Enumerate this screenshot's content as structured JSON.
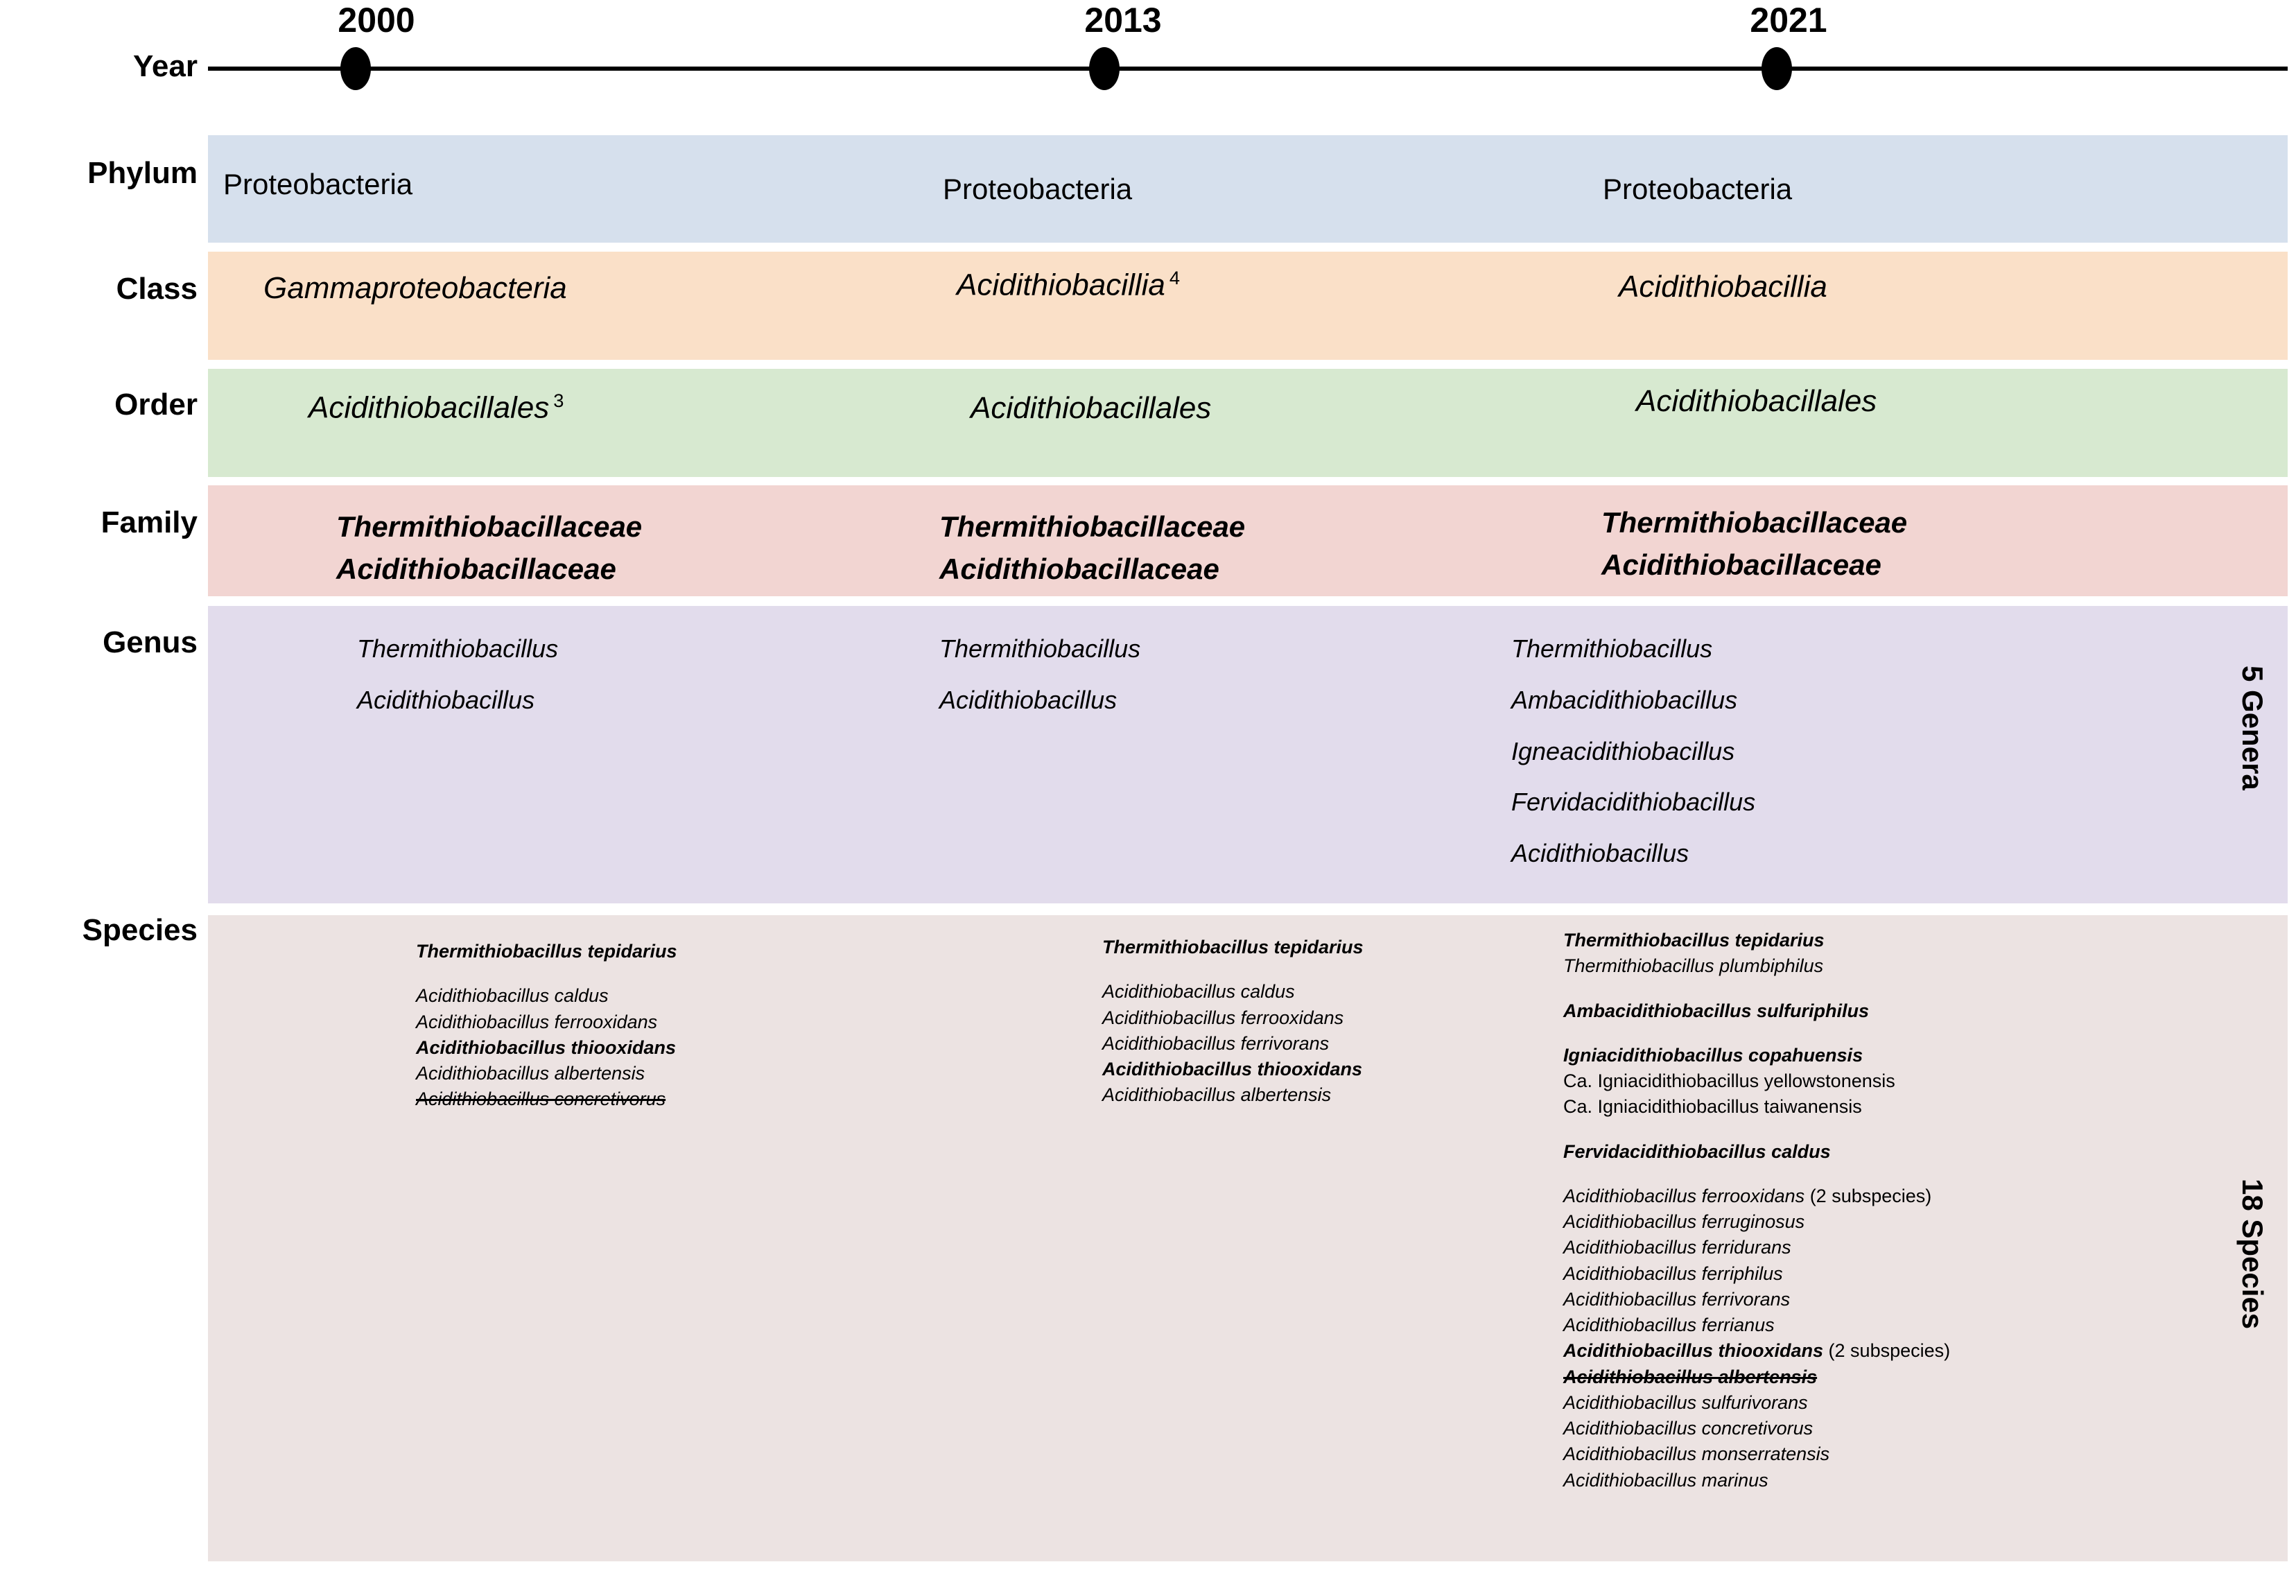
{
  "timeline": {
    "axis_label": "Year",
    "points": [
      {
        "year": "2000",
        "x_pct": 7.0
      },
      {
        "year": "2013",
        "x_pct": 43.0
      },
      {
        "year": "2021",
        "x_pct": 75.3
      }
    ]
  },
  "rank_labels": {
    "year": "Year",
    "phylum": "Phylum",
    "class": "Class",
    "order": "Order",
    "family": "Family",
    "genus": "Genus",
    "species": "Species"
  },
  "colors": {
    "phylum": "#d6e0ed",
    "class": "#fae0c8",
    "order": "#d7e9d0",
    "family": "#f2d5d2",
    "genus": "#e2dcec",
    "species": "#ece3e2",
    "axis": "#000000",
    "text": "#000000"
  },
  "side_labels": {
    "genera": "5 Genera",
    "species": "18 Species"
  },
  "ranks": {
    "phylum": {
      "col2000": "Proteobacteria",
      "col2013": "Proteobacteria",
      "col2021": "Proteobacteria"
    },
    "class": {
      "col2000": "Gammaproteobacteria",
      "col2013": "Acidithiobacillia",
      "col2013_sup": "4",
      "col2021": "Acidithiobacillia"
    },
    "order": {
      "col2000": "Acidithiobacillales",
      "col2000_sup": "3",
      "col2013": "Acidithiobacillales",
      "col2021": "Acidithiobacillales"
    },
    "family": {
      "col2000": [
        "Thermithiobacillaceae",
        "Acidithiobacillaceae"
      ],
      "col2013": [
        "Thermithiobacillaceae",
        "Acidithiobacillaceae"
      ],
      "col2021": [
        "Thermithiobacillaceae",
        "Acidithiobacillaceae"
      ]
    },
    "genus": {
      "col2000": [
        "Thermithiobacillus",
        "Acidithiobacillus"
      ],
      "col2013": [
        "Thermithiobacillus",
        "Acidithiobacillus"
      ],
      "col2021": [
        "Thermithiobacillus",
        "Ambacidithiobacillus",
        "Igneacidithiobacillus",
        "Fervidacidithiobacillus",
        "Acidithiobacillus"
      ]
    },
    "species": {
      "col2000": [
        {
          "text": "Thermithiobacillus tepidarius",
          "style": "bold-italic"
        },
        {
          "text": "",
          "style": "gap"
        },
        {
          "text": "Acidithiobacillus caldus",
          "style": "italic"
        },
        {
          "text": "Acidithiobacillus ferrooxidans",
          "style": "italic"
        },
        {
          "text": "Acidithiobacillus thiooxidans",
          "style": "bold-italic"
        },
        {
          "text": "Acidithiobacillus albertensis",
          "style": "italic"
        },
        {
          "text": "Acidithiobacillus concretivorus",
          "style": "italic-strike"
        }
      ],
      "col2013": [
        {
          "text": "Thermithiobacillus tepidarius",
          "style": "bold-italic"
        },
        {
          "text": "",
          "style": "gap"
        },
        {
          "text": "Acidithiobacillus caldus",
          "style": "italic"
        },
        {
          "text": "Acidithiobacillus ferrooxidans",
          "style": "italic"
        },
        {
          "text": "Acidithiobacillus ferrivorans",
          "style": "italic"
        },
        {
          "text": "Acidithiobacillus thiooxidans",
          "style": "bold-italic"
        },
        {
          "text": "Acidithiobacillus albertensis",
          "style": "italic"
        }
      ],
      "col2021": [
        {
          "text": "Thermithiobacillus tepidarius",
          "style": "bold-italic"
        },
        {
          "text": "Thermithiobacillus plumbiphilus",
          "style": "italic"
        },
        {
          "text": "",
          "style": "gap"
        },
        {
          "text": "Ambacidithiobacillus sulfuriphilus",
          "style": "bold-italic"
        },
        {
          "text": "",
          "style": "gap"
        },
        {
          "text": "Igniacidithiobacillus copahuensis",
          "style": "bold-italic"
        },
        {
          "text": "Ca. Igniacidithiobacillus yellowstonensis",
          "style": "roman"
        },
        {
          "text": "Ca. Igniacidithiobacillus taiwanensis",
          "style": "roman"
        },
        {
          "text": "",
          "style": "gap"
        },
        {
          "text": "Fervidacidithiobacillus caldus",
          "style": "bold-italic"
        },
        {
          "text": "",
          "style": "gap"
        },
        {
          "text": "Acidithiobacillus ferrooxidans",
          "suffix": " (2 subspecies)",
          "style": "italic"
        },
        {
          "text": "Acidithiobacillus ferruginosus",
          "style": "italic"
        },
        {
          "text": "Acidithiobacillus ferridurans",
          "style": "italic"
        },
        {
          "text": "Acidithiobacillus ferriphilus",
          "style": "italic"
        },
        {
          "text": "Acidithiobacillus ferrivorans",
          "style": "italic"
        },
        {
          "text": "Acidithiobacillus ferrianus",
          "style": "italic"
        },
        {
          "text": "Acidithiobacillus thiooxidans",
          "suffix": " (2 subspecies)",
          "style": "bold-italic"
        },
        {
          "text": "Acidithiobacillus albertensis",
          "style": "bold-italic-strike"
        },
        {
          "text": "Acidithiobacillus sulfurivorans",
          "style": "italic"
        },
        {
          "text": "Acidithiobacillus concretivorus",
          "style": "italic"
        },
        {
          "text": "Acidithiobacillus monserratensis",
          "style": "italic"
        },
        {
          "text": "Acidithiobacillus marinus",
          "style": "italic"
        }
      ]
    }
  }
}
